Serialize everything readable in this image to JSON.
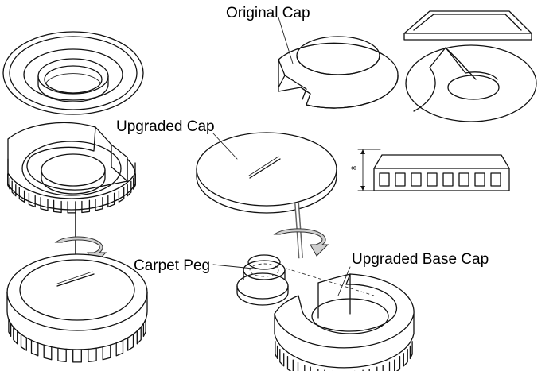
{
  "labels": {
    "original_cap": "Original Cap",
    "upgraded_cap": "Upgraded Cap",
    "carpet_peg": "Carpet Peg",
    "upgraded_base_cap": "Upgraded Base Cap"
  },
  "dimension": {
    "value": "8"
  }
}
